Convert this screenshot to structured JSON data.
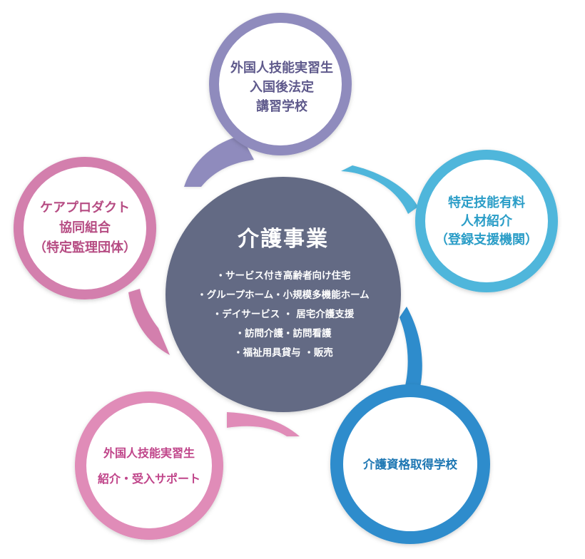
{
  "center": {
    "title": "介護事業",
    "items": [
      "・サービス付き高齢者向け住宅",
      "・グループホーム・小規模多機能ホーム",
      "・デイサービス ・ 居宅介護支援",
      "・訪問介護・訪問看護",
      "・福祉用具貸与 ・販売"
    ]
  },
  "nodes": {
    "top": {
      "lines": [
        "外国人技能実習生",
        "入国後法定",
        "講習学校"
      ]
    },
    "right": {
      "lines": [
        "特定技能有料",
        "人材紹介",
        "（登録支援機関）"
      ]
    },
    "left": {
      "lines": [
        "ケアプロダクト",
        "協同組合",
        "（特定監理団体）"
      ]
    },
    "bottom_left": {
      "lines": [
        "外国人技能実習生",
        "紹介・受入サポート"
      ]
    },
    "bottom_right": {
      "lines": [
        "介護資格取得学校"
      ]
    }
  },
  "colors": {
    "center": "#636a84",
    "top": "#8f8bbd",
    "right": "#4fb6db",
    "left": "#d37fad",
    "bottom_left": "#e08cb8",
    "bottom_right": "#2e8ccc"
  }
}
